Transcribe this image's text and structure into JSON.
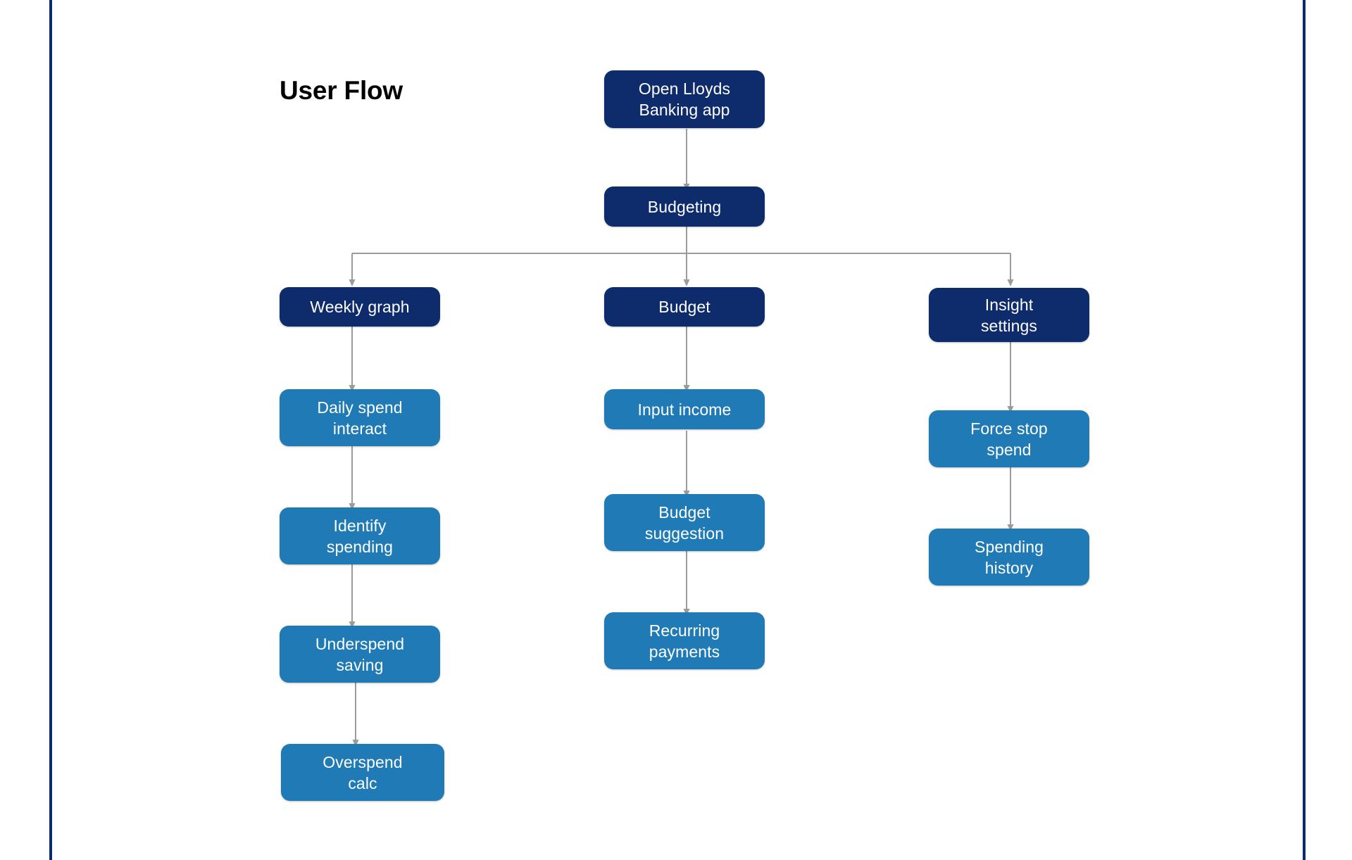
{
  "title": "User Flow",
  "colors": {
    "dark_node": "#0e2b6b",
    "light_node": "#1f7ab5",
    "connector": "#9b9b9b",
    "border_rule": "#0d2b6b",
    "background": "#ffffff",
    "title_text": "#000000",
    "node_text": "#ffffff"
  },
  "nodes": {
    "root": "Open Lloyds\nBanking app",
    "budgeting": "Budgeting",
    "weekly_graph": "Weekly graph",
    "budget": "Budget",
    "insight_settings": "Insight\nsettings",
    "daily_spend_interact": "Daily spend\ninteract",
    "identify_spending": "Identify\nspending",
    "underspend_saving": "Underspend\nsaving",
    "overspend_calc": "Overspend\ncalc",
    "input_income": "Input income",
    "budget_suggestion": "Budget\nsuggestion",
    "recurring_payments": "Recurring\npayments",
    "force_stop_spend": "Force stop\nspend",
    "spending_history": "Spending\nhistory"
  },
  "chart_data": {
    "type": "diagram",
    "title": "User Flow",
    "diagram_kind": "flowchart-tree",
    "orientation": "top-down",
    "levels": [
      {
        "level": 0,
        "nodes": [
          {
            "id": "root",
            "label": "Open Lloyds Banking app",
            "style": "dark"
          }
        ]
      },
      {
        "level": 1,
        "nodes": [
          {
            "id": "budgeting",
            "label": "Budgeting",
            "style": "dark"
          }
        ]
      },
      {
        "level": 2,
        "nodes": [
          {
            "id": "weekly_graph",
            "label": "Weekly graph",
            "style": "dark",
            "column": "left"
          },
          {
            "id": "budget",
            "label": "Budget",
            "style": "dark",
            "column": "middle"
          },
          {
            "id": "insight_settings",
            "label": "Insight settings",
            "style": "dark",
            "column": "right"
          }
        ]
      },
      {
        "level": 3,
        "nodes": [
          {
            "id": "daily_spend_interact",
            "label": "Daily spend interact",
            "style": "light",
            "column": "left"
          },
          {
            "id": "input_income",
            "label": "Input income",
            "style": "light",
            "column": "middle"
          },
          {
            "id": "force_stop_spend",
            "label": "Force stop spend",
            "style": "light",
            "column": "right"
          }
        ]
      },
      {
        "level": 4,
        "nodes": [
          {
            "id": "identify_spending",
            "label": "Identify spending",
            "style": "light",
            "column": "left"
          },
          {
            "id": "budget_suggestion",
            "label": "Budget suggestion",
            "style": "light",
            "column": "middle"
          },
          {
            "id": "spending_history",
            "label": "Spending history",
            "style": "light",
            "column": "right"
          }
        ]
      },
      {
        "level": 5,
        "nodes": [
          {
            "id": "underspend_saving",
            "label": "Underspend saving",
            "style": "light",
            "column": "left"
          },
          {
            "id": "recurring_payments",
            "label": "Recurring payments",
            "style": "light",
            "column": "middle"
          }
        ]
      },
      {
        "level": 6,
        "nodes": [
          {
            "id": "overspend_calc",
            "label": "Overspend calc",
            "style": "light",
            "column": "left"
          }
        ]
      }
    ],
    "edges": [
      {
        "from": "root",
        "to": "budgeting"
      },
      {
        "from": "budgeting",
        "to": "weekly_graph"
      },
      {
        "from": "budgeting",
        "to": "budget"
      },
      {
        "from": "budgeting",
        "to": "insight_settings"
      },
      {
        "from": "weekly_graph",
        "to": "daily_spend_interact"
      },
      {
        "from": "daily_spend_interact",
        "to": "identify_spending"
      },
      {
        "from": "identify_spending",
        "to": "underspend_saving"
      },
      {
        "from": "underspend_saving",
        "to": "overspend_calc"
      },
      {
        "from": "budget",
        "to": "input_income"
      },
      {
        "from": "input_income",
        "to": "budget_suggestion"
      },
      {
        "from": "budget_suggestion",
        "to": "recurring_payments"
      },
      {
        "from": "insight_settings",
        "to": "force_stop_spend"
      },
      {
        "from": "force_stop_spend",
        "to": "spending_history"
      }
    ]
  }
}
